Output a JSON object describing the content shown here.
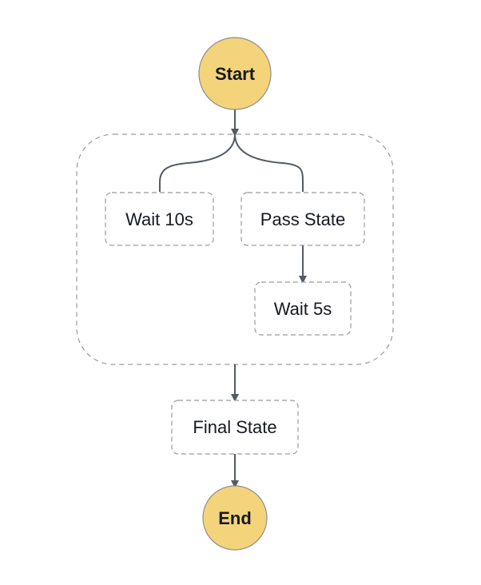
{
  "diagram": {
    "colors": {
      "terminal_fill": "#f4d47a",
      "terminal_stroke": "#8d8d8d",
      "state_stroke": "#9a9a9a",
      "edge": "#545b64",
      "text": "#16191f"
    },
    "nodes": {
      "start": {
        "label": "Start",
        "kind": "terminal"
      },
      "wait_10s": {
        "label": "Wait 10s",
        "kind": "state"
      },
      "pass_state": {
        "label": "Pass State",
        "kind": "state"
      },
      "wait_5s": {
        "label": "Wait 5s",
        "kind": "state"
      },
      "final_state": {
        "label": "Final State",
        "kind": "state"
      },
      "end": {
        "label": "End",
        "kind": "terminal"
      }
    },
    "groups": {
      "parallel": {
        "kind": "parallel",
        "members": [
          "wait_10s",
          "pass_state",
          "wait_5s"
        ]
      }
    },
    "edges": [
      {
        "from": "start",
        "to": "parallel"
      },
      {
        "from": "parallel",
        "to": "wait_10s"
      },
      {
        "from": "parallel",
        "to": "pass_state"
      },
      {
        "from": "pass_state",
        "to": "wait_5s"
      },
      {
        "from": "parallel",
        "to": "final_state"
      },
      {
        "from": "final_state",
        "to": "end"
      }
    ]
  }
}
